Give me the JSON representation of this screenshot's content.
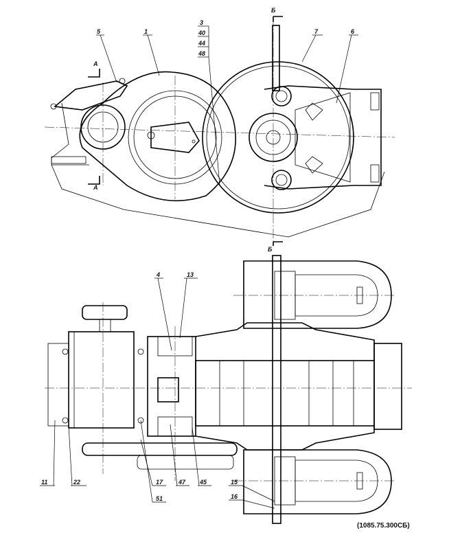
{
  "drawing_code": "(1085.75.300СБ)",
  "section_marks": {
    "a_top": "А",
    "a_bottom": "А",
    "b_top": "Б",
    "b_bottom": "Б"
  },
  "callouts_top": [
    "5",
    "1",
    "3",
    "40",
    "44",
    "48",
    "7",
    "6"
  ],
  "callouts_bottom": [
    "4",
    "13",
    "11",
    "22",
    "17",
    "51",
    "47",
    "45",
    "15",
    "16"
  ]
}
